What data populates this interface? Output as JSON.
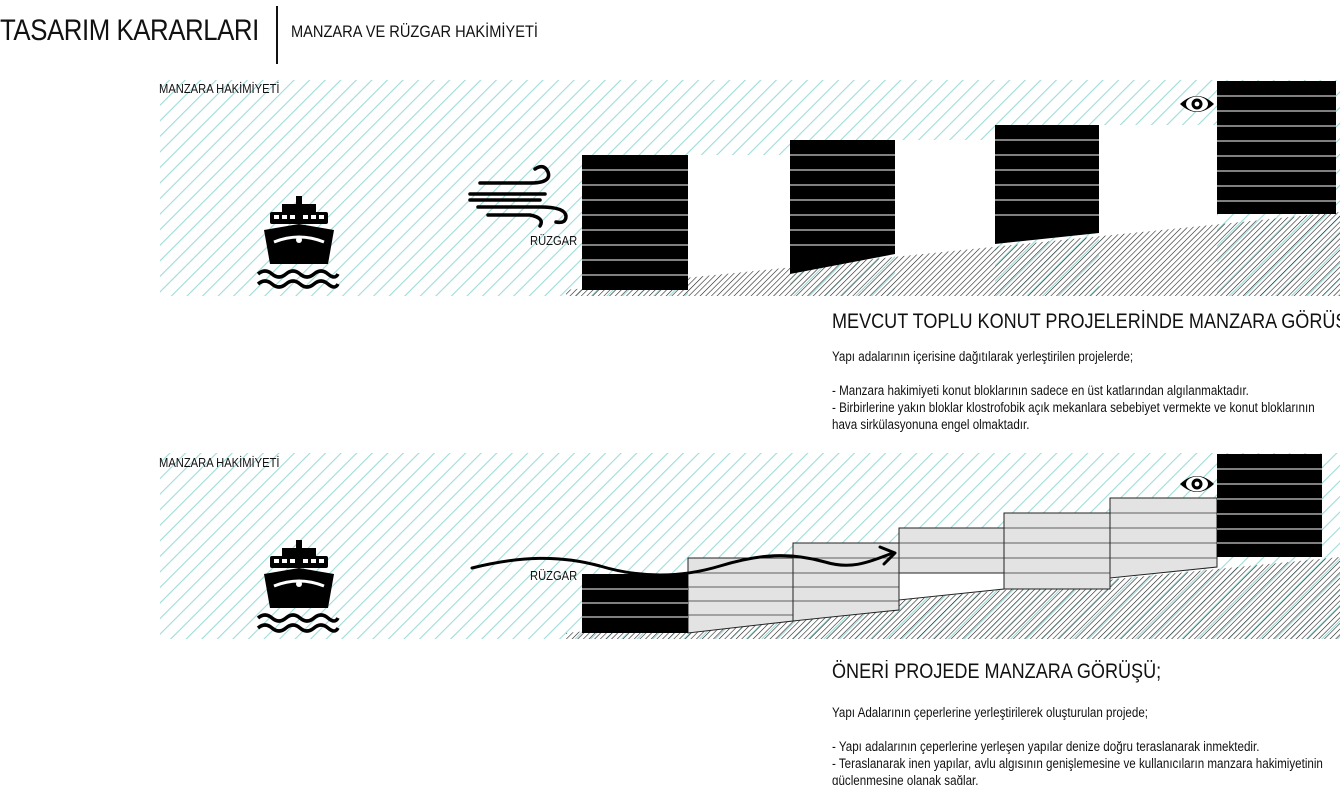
{
  "header": {
    "title": "TASARIM KARARLARI",
    "subtitle": "MANZARA VE RÜZGAR HAKİMİYETİ"
  },
  "colors": {
    "hatch_teal": "#9fdcd8",
    "ground_hatch": "#222222",
    "block_black": "#000000",
    "terrace_grey": "#e3e3e3"
  },
  "diagram_existing": {
    "view_label": "MANZARA HAKİMİYETİ",
    "wind_label": "RÜZGAR",
    "icons": [
      "ship-icon",
      "wind-icon",
      "eye-icon"
    ],
    "heading": "MEVCUT TOPLU KONUT PROJELERİNDE MANZARA GÖRÜŞÜ;",
    "intro": "Yapı adalarının içerisine dağıtılarak yerleştirilen projelerde;",
    "bullets": [
      "- Manzara hakimiyeti konut bloklarının sadece en üst katlarından algılanmaktadır.",
      "- Birbirlerine yakın bloklar klostrofobik açık mekanlara sebebiyet vermekte ve konut bloklarının hava sirkülasyonuna engel olmaktadır."
    ]
  },
  "diagram_proposal": {
    "view_label": "MANZARA HAKİMİYETİ",
    "wind_label": "RÜZGAR",
    "icons": [
      "ship-icon",
      "wave-arrow-icon",
      "eye-icon"
    ],
    "heading": "ÖNERİ PROJEDE MANZARA GÖRÜŞÜ;",
    "intro": "Yapı Adalarının çeperlerine yerleştirilerek oluşturulan projede;",
    "bullets": [
      "- Yapı adalarının çeperlerine yerleşen yapılar denize doğru teraslanarak inmektedir.",
      "- Teraslanarak inen yapılar, avlu algısının genişlemesine ve kullanıcıların manzara hakimiyetinin güçlenmesine olanak sağlar."
    ]
  }
}
